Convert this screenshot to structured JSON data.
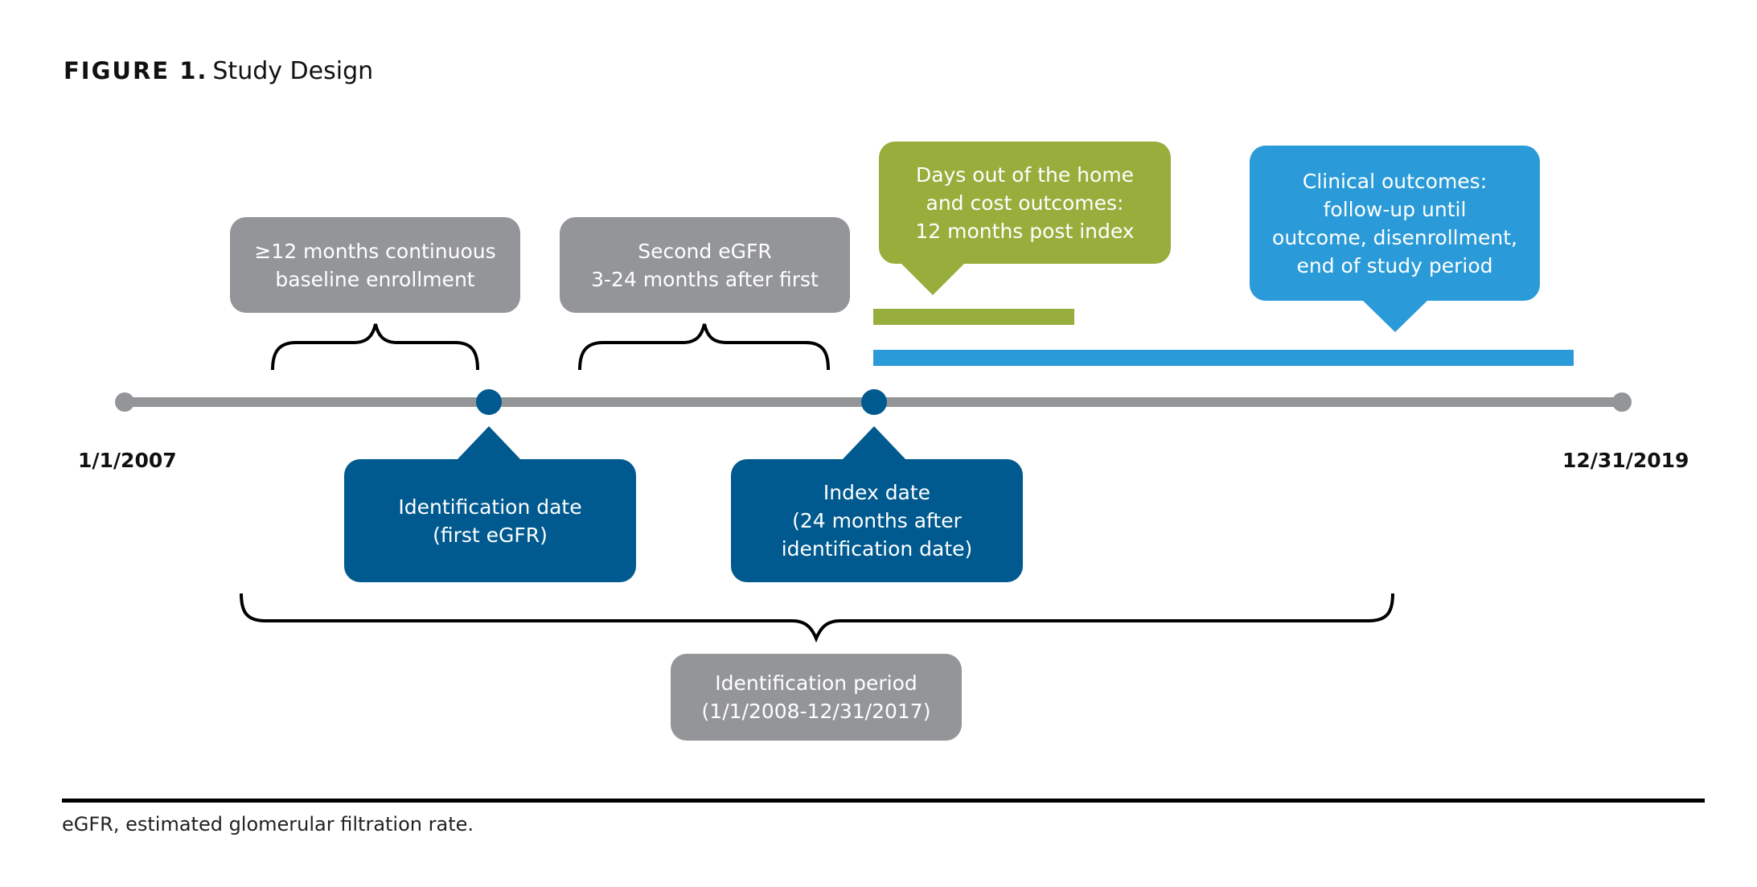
{
  "figure": {
    "label": "FIGURE 1.",
    "title": "Study Design"
  },
  "timeline": {
    "start_label": "1/1/2007",
    "end_label": "12/31/2019",
    "markers": [
      {
        "name": "identification-date",
        "color": "#005a8f"
      },
      {
        "name": "index-date",
        "color": "#005a8f"
      }
    ],
    "line_color": "#939598"
  },
  "boxes": {
    "baseline": {
      "lines": [
        "≥12 months continuous",
        "baseline enrollment"
      ],
      "color": "#939598"
    },
    "second_egfr": {
      "lines": [
        "Second eGFR",
        "3-24 months after first"
      ],
      "color": "#939598"
    },
    "cost_outcomes": {
      "lines": [
        "Days out of the home",
        "and cost outcomes:",
        "12 months post index"
      ],
      "color": "#97ae3d"
    },
    "clinical_outcomes": {
      "lines": [
        "Clinical outcomes:",
        "follow-up until",
        "outcome, disenrollment,",
        "end of study period"
      ],
      "color": "#2a9bd8"
    },
    "identification_date": {
      "lines": [
        "Identification date",
        "(first eGFR)"
      ],
      "color": "#005a8f"
    },
    "index_date": {
      "lines": [
        "Index date",
        "(24 months after",
        "identification date)"
      ],
      "color": "#005a8f"
    },
    "identification_period": {
      "lines": [
        "Identification period",
        "(1/1/2008-12/31/2017)"
      ],
      "color": "#939598"
    }
  },
  "footnote": "eGFR, estimated glomerular filtration rate."
}
